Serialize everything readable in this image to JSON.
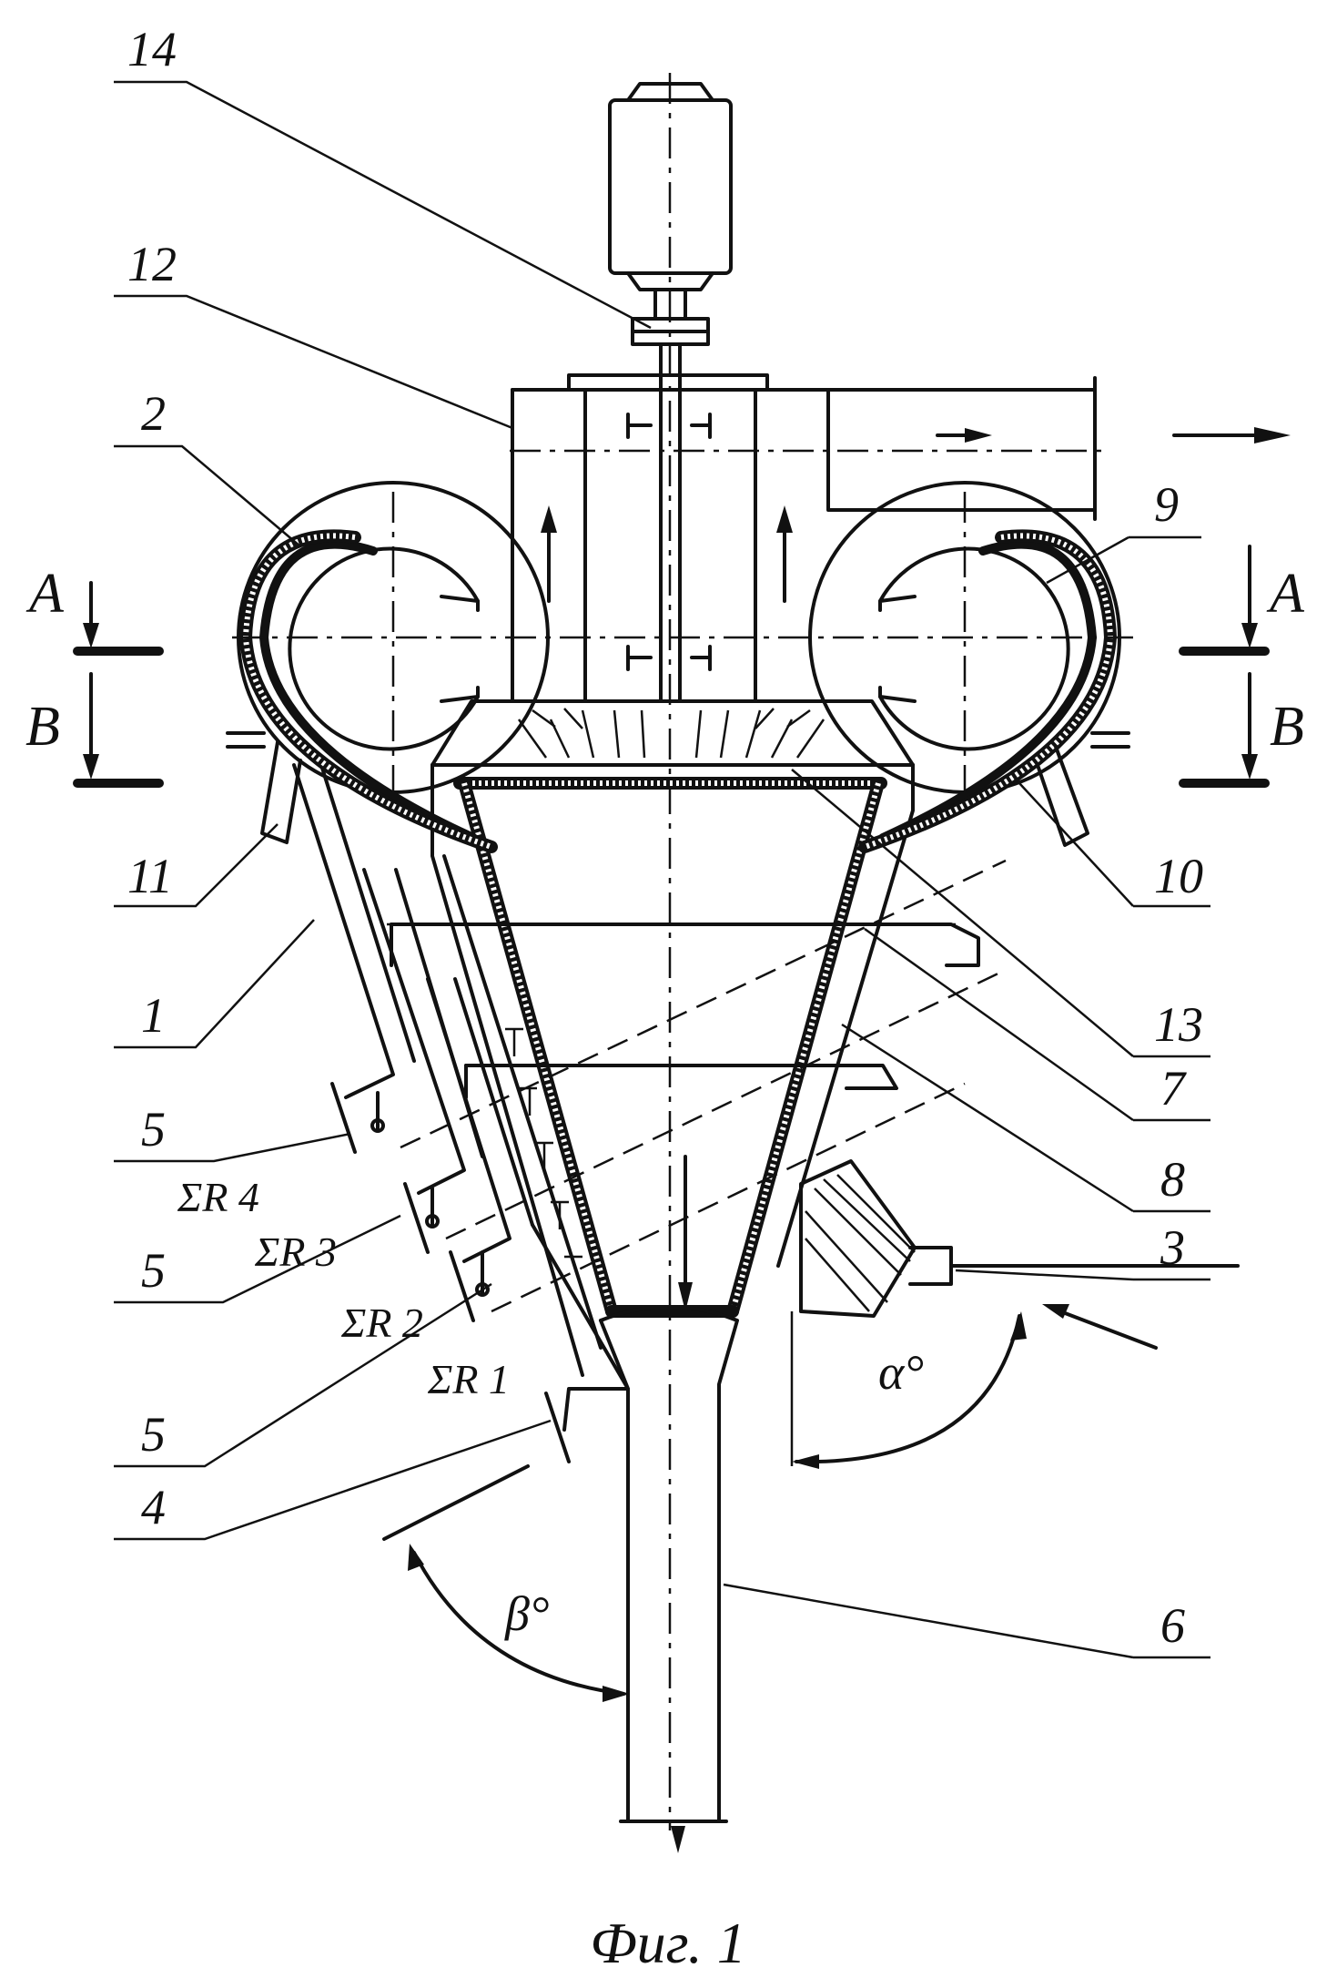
{
  "figure": {
    "caption": "Фиг. 1",
    "section_marks": {
      "a_left": "A",
      "a_right": "A",
      "b_left": "B",
      "b_right": "B"
    },
    "angle_labels": {
      "alpha": "α°",
      "beta": "β°"
    },
    "resistance_labels": {
      "r4": "ΣR 4",
      "r3": "ΣR 3",
      "r2": "ΣR 2",
      "r1": "ΣR 1"
    },
    "part_labels": {
      "p14": "14",
      "p12": "12",
      "p2": "2",
      "p9": "9",
      "p11": "11",
      "p10": "10",
      "p1": "1",
      "p13": "13",
      "p7": "7",
      "p5a": "5",
      "p8": "8",
      "p5b": "5",
      "p3": "3",
      "p5c": "5",
      "p4": "4",
      "p6": "6"
    }
  }
}
